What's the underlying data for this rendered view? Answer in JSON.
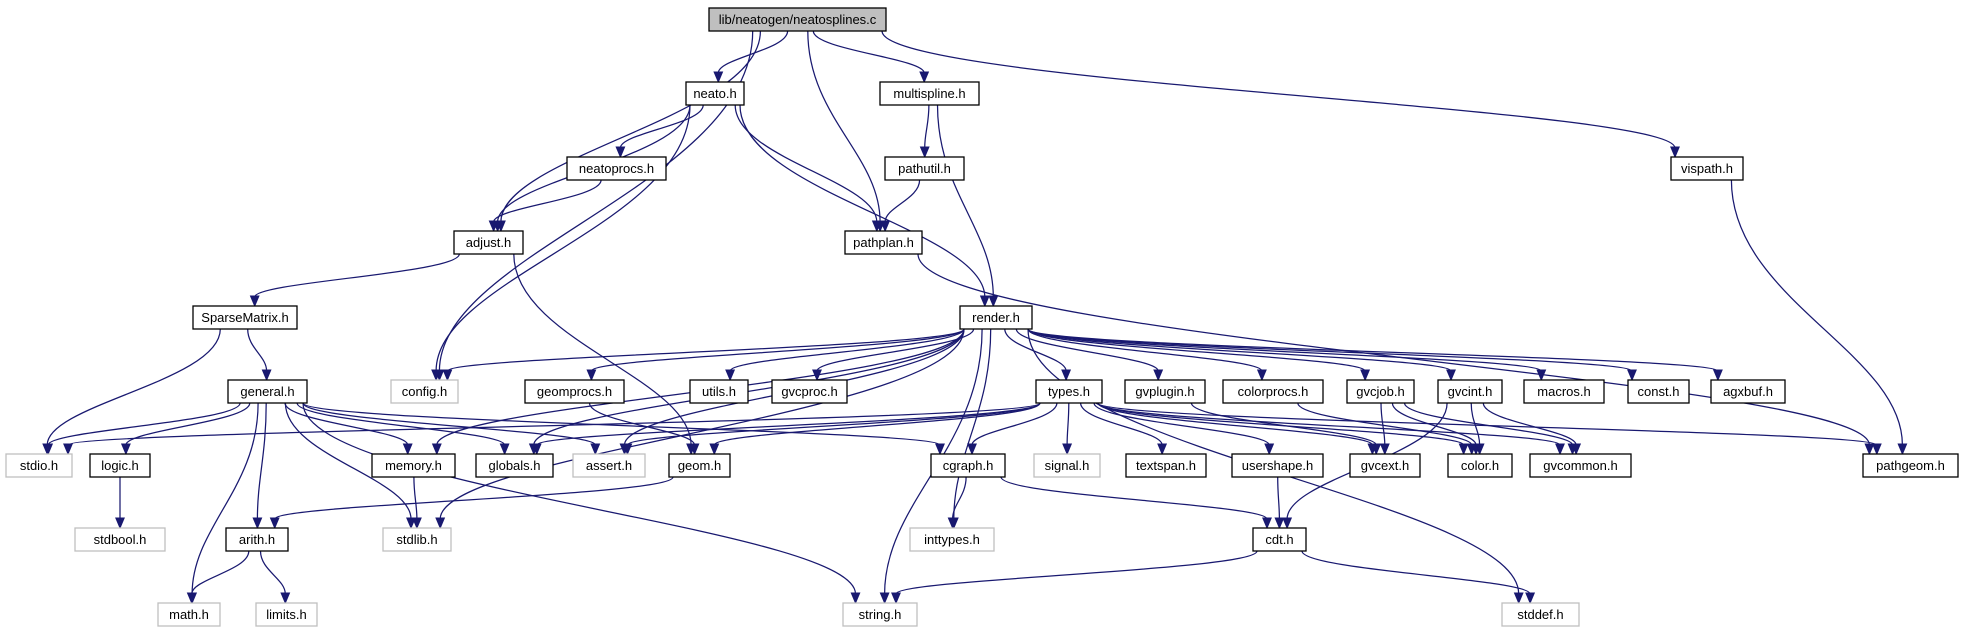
{
  "nodes": [
    {
      "id": "root",
      "label": "lib/neatogen/neatosplines.c",
      "kind": "root"
    },
    {
      "id": "neato",
      "label": "neato.h",
      "kind": "header"
    },
    {
      "id": "multispline",
      "label": "multispline.h",
      "kind": "header"
    },
    {
      "id": "vispath",
      "label": "vispath.h",
      "kind": "header"
    },
    {
      "id": "neatoprocs",
      "label": "neatoprocs.h",
      "kind": "header"
    },
    {
      "id": "pathutil",
      "label": "pathutil.h",
      "kind": "header"
    },
    {
      "id": "adjust",
      "label": "adjust.h",
      "kind": "header"
    },
    {
      "id": "pathplan",
      "label": "pathplan.h",
      "kind": "header"
    },
    {
      "id": "sparsematrix",
      "label": "SparseMatrix.h",
      "kind": "header"
    },
    {
      "id": "render",
      "label": "render.h",
      "kind": "header"
    },
    {
      "id": "config",
      "label": "config.h",
      "kind": "system"
    },
    {
      "id": "general",
      "label": "general.h",
      "kind": "header"
    },
    {
      "id": "geomprocs",
      "label": "geomprocs.h",
      "kind": "header"
    },
    {
      "id": "utils",
      "label": "utils.h",
      "kind": "header"
    },
    {
      "id": "gvcproc",
      "label": "gvcproc.h",
      "kind": "header"
    },
    {
      "id": "types",
      "label": "types.h",
      "kind": "header"
    },
    {
      "id": "gvplugin",
      "label": "gvplugin.h",
      "kind": "header"
    },
    {
      "id": "colorprocs",
      "label": "colorprocs.h",
      "kind": "header"
    },
    {
      "id": "gvcjob",
      "label": "gvcjob.h",
      "kind": "header"
    },
    {
      "id": "gvcint",
      "label": "gvcint.h",
      "kind": "header"
    },
    {
      "id": "macros",
      "label": "macros.h",
      "kind": "header"
    },
    {
      "id": "const",
      "label": "const.h",
      "kind": "header"
    },
    {
      "id": "agxbuf",
      "label": "agxbuf.h",
      "kind": "header"
    },
    {
      "id": "stdio",
      "label": "stdio.h",
      "kind": "system"
    },
    {
      "id": "logic",
      "label": "logic.h",
      "kind": "header"
    },
    {
      "id": "memory",
      "label": "memory.h",
      "kind": "header"
    },
    {
      "id": "globals",
      "label": "globals.h",
      "kind": "header"
    },
    {
      "id": "assert",
      "label": "assert.h",
      "kind": "system"
    },
    {
      "id": "geom",
      "label": "geom.h",
      "kind": "header"
    },
    {
      "id": "cgraph",
      "label": "cgraph.h",
      "kind": "header"
    },
    {
      "id": "signal",
      "label": "signal.h",
      "kind": "system"
    },
    {
      "id": "textspan",
      "label": "textspan.h",
      "kind": "header"
    },
    {
      "id": "usershape",
      "label": "usershape.h",
      "kind": "header"
    },
    {
      "id": "gvcext",
      "label": "gvcext.h",
      "kind": "header"
    },
    {
      "id": "color",
      "label": "color.h",
      "kind": "header"
    },
    {
      "id": "gvcommon",
      "label": "gvcommon.h",
      "kind": "header"
    },
    {
      "id": "pathgeom",
      "label": "pathgeom.h",
      "kind": "header"
    },
    {
      "id": "stdbool",
      "label": "stdbool.h",
      "kind": "system"
    },
    {
      "id": "stdlib",
      "label": "stdlib.h",
      "kind": "system"
    },
    {
      "id": "arith",
      "label": "arith.h",
      "kind": "header"
    },
    {
      "id": "inttypes",
      "label": "inttypes.h",
      "kind": "system"
    },
    {
      "id": "cdt",
      "label": "cdt.h",
      "kind": "header"
    },
    {
      "id": "math",
      "label": "math.h",
      "kind": "system"
    },
    {
      "id": "limits",
      "label": "limits.h",
      "kind": "system"
    },
    {
      "id": "string",
      "label": "string.h",
      "kind": "system"
    },
    {
      "id": "stddef",
      "label": "stddef.h",
      "kind": "system"
    }
  ],
  "edges": [
    [
      "root",
      "neato"
    ],
    [
      "root",
      "multispline"
    ],
    [
      "root",
      "vispath"
    ],
    [
      "root",
      "adjust"
    ],
    [
      "root",
      "pathplan"
    ],
    [
      "root",
      "config"
    ],
    [
      "neato",
      "neatoprocs"
    ],
    [
      "neato",
      "adjust"
    ],
    [
      "neato",
      "pathplan"
    ],
    [
      "neato",
      "render"
    ],
    [
      "neato",
      "config"
    ],
    [
      "multispline",
      "pathutil"
    ],
    [
      "multispline",
      "render"
    ],
    [
      "pathutil",
      "pathplan"
    ],
    [
      "neatoprocs",
      "adjust"
    ],
    [
      "vispath",
      "pathgeom"
    ],
    [
      "pathplan",
      "pathgeom"
    ],
    [
      "adjust",
      "sparsematrix"
    ],
    [
      "adjust",
      "geom"
    ],
    [
      "sparsematrix",
      "general"
    ],
    [
      "sparsematrix",
      "stdio"
    ],
    [
      "render",
      "config"
    ],
    [
      "render",
      "geomprocs"
    ],
    [
      "render",
      "utils"
    ],
    [
      "render",
      "gvcproc"
    ],
    [
      "render",
      "types"
    ],
    [
      "render",
      "gvplugin"
    ],
    [
      "render",
      "colorprocs"
    ],
    [
      "render",
      "gvcjob"
    ],
    [
      "render",
      "gvcint"
    ],
    [
      "render",
      "macros"
    ],
    [
      "render",
      "const"
    ],
    [
      "render",
      "agxbuf"
    ],
    [
      "render",
      "memory"
    ],
    [
      "render",
      "globals"
    ],
    [
      "render",
      "assert"
    ],
    [
      "render",
      "stdlib"
    ],
    [
      "render",
      "string"
    ],
    [
      "render",
      "stddef"
    ],
    [
      "render",
      "inttypes"
    ],
    [
      "general",
      "stdio"
    ],
    [
      "general",
      "logic"
    ],
    [
      "general",
      "memory"
    ],
    [
      "general",
      "globals"
    ],
    [
      "general",
      "assert"
    ],
    [
      "general",
      "cgraph"
    ],
    [
      "general",
      "stdlib"
    ],
    [
      "general",
      "arith"
    ],
    [
      "general",
      "math"
    ],
    [
      "general",
      "string"
    ],
    [
      "logic",
      "stdbool"
    ],
    [
      "memory",
      "stdlib"
    ],
    [
      "geomprocs",
      "geom"
    ],
    [
      "geom",
      "arith"
    ],
    [
      "types",
      "stdio"
    ],
    [
      "types",
      "globals"
    ],
    [
      "types",
      "assert"
    ],
    [
      "types",
      "geom"
    ],
    [
      "types",
      "cgraph"
    ],
    [
      "types",
      "signal"
    ],
    [
      "types",
      "textspan"
    ],
    [
      "types",
      "usershape"
    ],
    [
      "types",
      "gvcext"
    ],
    [
      "types",
      "color"
    ],
    [
      "types",
      "gvcommon"
    ],
    [
      "types",
      "pathgeom"
    ],
    [
      "gvplugin",
      "gvcext"
    ],
    [
      "colorprocs",
      "color"
    ],
    [
      "gvcjob",
      "color"
    ],
    [
      "gvcjob",
      "gvcommon"
    ],
    [
      "gvcjob",
      "gvcext"
    ],
    [
      "gvcint",
      "color"
    ],
    [
      "gvcint",
      "gvcommon"
    ],
    [
      "gvcint",
      "cdt"
    ],
    [
      "cgraph",
      "cdt"
    ],
    [
      "cgraph",
      "inttypes"
    ],
    [
      "usershape",
      "cdt"
    ],
    [
      "cdt",
      "string"
    ],
    [
      "cdt",
      "stddef"
    ],
    [
      "arith",
      "math"
    ],
    [
      "arith",
      "limits"
    ]
  ]
}
